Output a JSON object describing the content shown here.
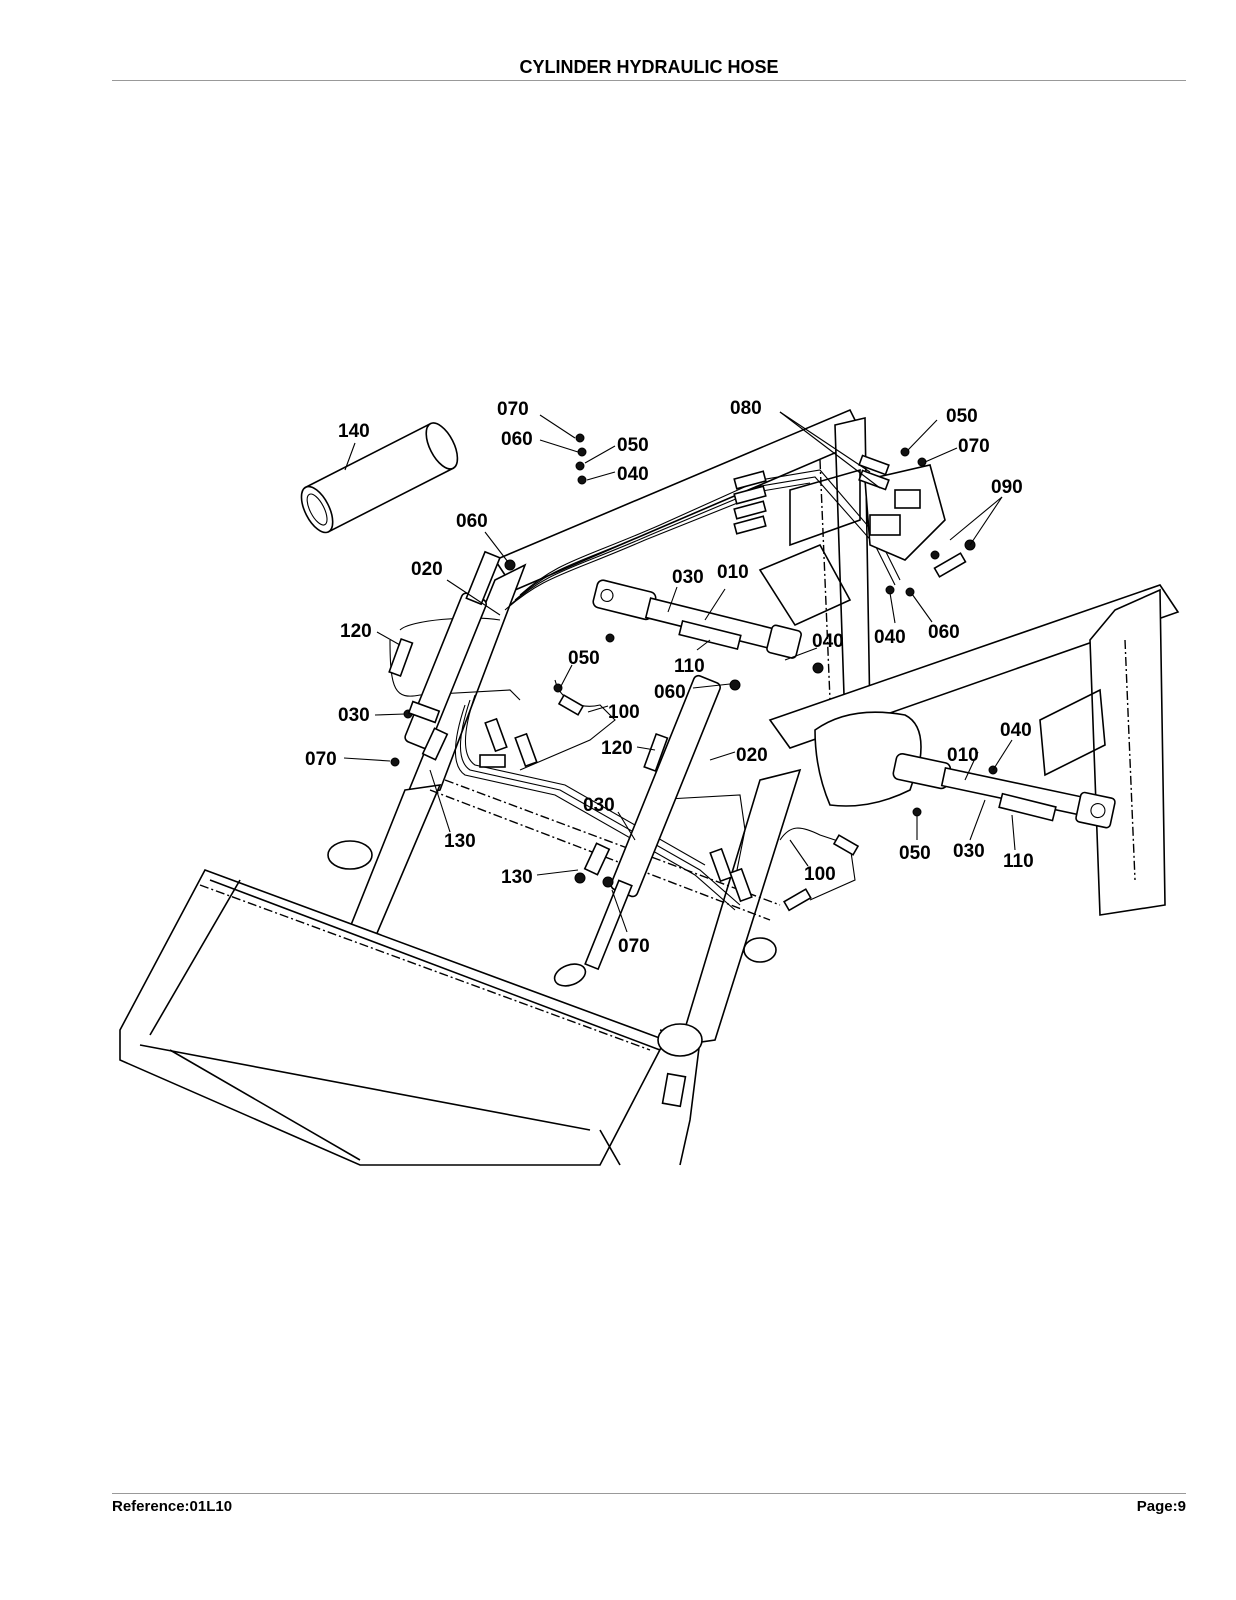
{
  "header": {
    "title": "CYLINDER HYDRAULIC HOSE"
  },
  "footer": {
    "reference": "Reference:01L10",
    "page": "Page:9"
  },
  "callouts": [
    "140",
    "070",
    "060",
    "050",
    "040",
    "080",
    "050",
    "070",
    "090",
    "060",
    "020",
    "030",
    "010",
    "120",
    "040",
    "060",
    "040",
    "050",
    "110",
    "060",
    "030",
    "100",
    "070",
    "120",
    "020",
    "010",
    "040",
    "130",
    "030",
    "130",
    "050",
    "030",
    "110",
    "100",
    "070"
  ]
}
